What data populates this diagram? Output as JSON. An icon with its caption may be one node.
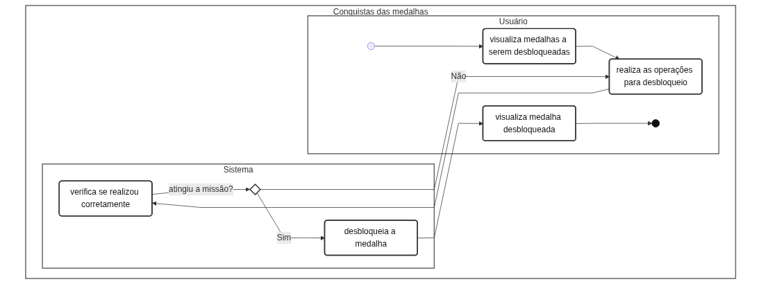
{
  "diagram": {
    "nodes": [
      {
        "text": [
          "Conquistas das medalhas"
        ]
      },
      {
        "text": [
          "Usuário"
        ],
        "in": 0
      },
      {
        "text": [
          "Sistema"
        ],
        "in": 0
      },
      {
        "text": [],
        "shape": "circle",
        "in": 1
      },
      {
        "text": [
          "visualiza medalhas a serem desbloqueadas"
        ],
        "in": 1
      },
      {
        "text": [
          "realiza as operações para desbloqueio"
        ],
        "in": 1
      },
      {
        "text": [
          "visualiza medalha desbloqueada"
        ],
        "in": 1
      },
      {
        "text": [],
        "shape": "circle",
        "in": 1
      },
      {
        "text": [
          "verifica se realizou corretamente"
        ],
        "in": 2
      },
      {
        "text": [],
        "shape": "diamond",
        "in": 2
      },
      {
        "text": [
          "desbloqueia a medalha"
        ],
        "in": 2
      }
    ],
    "edges": [
      {
        "from": 3,
        "to": 4,
        "arrow": "to"
      },
      {
        "from": 4,
        "to": 5,
        "arrow": "to"
      },
      {
        "from": 5,
        "to": 8,
        "arrow": "to"
      },
      {
        "from": 8,
        "to": 9,
        "label": "atingiu a missão?",
        "arrow": "to"
      },
      {
        "from": 9,
        "to": 5,
        "label": "Não",
        "arrow": "to"
      },
      {
        "from": 9,
        "to": 10,
        "label": "Sim",
        "arrow": "to"
      },
      {
        "from": 10,
        "to": 6,
        "arrow": "to"
      },
      {
        "from": 6,
        "to": 7,
        "arrow": "to"
      }
    ]
  }
}
